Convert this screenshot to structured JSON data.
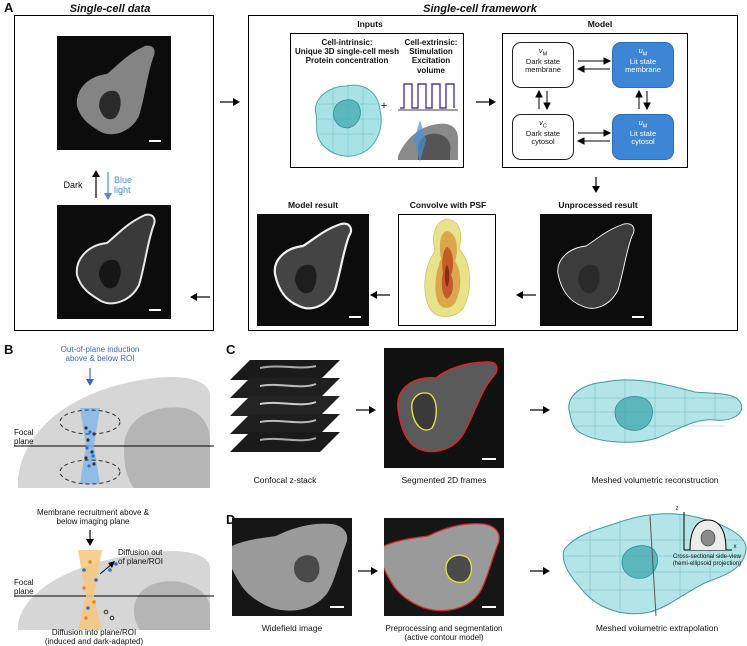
{
  "panelA": {
    "letter": "A",
    "single_cell_data_title": "Single-cell data",
    "framework_title": "Single-cell framework",
    "dark_label": "Dark",
    "blue_light_label": "Blue\nlight",
    "inputs": {
      "title": "Inputs",
      "intrinsic": "Cell-intrinsic:\nUnique 3D single-cell mesh\nProtein concentration",
      "extrinsic": "Cell-extrinsic:\nStimulation\nExcitation volume",
      "plus": "+"
    },
    "model": {
      "title": "Model",
      "states": [
        {
          "symbol": "v",
          "sub": "M",
          "line1": "Dark state",
          "line2": "membrane",
          "lit": false
        },
        {
          "symbol": "u",
          "sub": "M",
          "line1": "Lit state",
          "line2": "membrane",
          "lit": true
        },
        {
          "symbol": "v",
          "sub": "C",
          "line1": "Dark state",
          "line2": "cytosol",
          "lit": false
        },
        {
          "symbol": "u",
          "sub": "M",
          "line1": "Lit state",
          "line2": "cytosol",
          "lit": true
        }
      ]
    },
    "unprocessed_title": "Unprocessed result",
    "convolve_title": "Convolve with PSF",
    "model_result_title": "Model result"
  },
  "panelB": {
    "letter": "B",
    "top_annotation": "Out-of-plane induction\nabove & below ROI",
    "focal_plane": "Focal\nplane",
    "membrane_recruitment": "Membrane recruitment above &\nbelow imaging plane",
    "diffusion_out": "Diffusion out\nof plane/ROI",
    "diffusion_into": "Diffusion into plane/ROI\n(induced and dark-adapted)"
  },
  "panelC": {
    "letter": "C",
    "zstack_label": "Confocal z-stack",
    "segmented_label": "Segmented 2D frames",
    "reconstruction_label": "Meshed volumetric reconstruction"
  },
  "panelD": {
    "letter": "D",
    "widefield_label": "Widefield image",
    "preprocessing_label": "Preprocessing and segmentation\n(active contour model)",
    "extrapolation_label": "Meshed volumetric extrapolation",
    "cross_section_label": "Cross-sectional side-view\n(hemi-ellipsoid projection)",
    "axis_z": "z",
    "axis_x": "x"
  },
  "colors": {
    "lit_state": "#3d86d6",
    "mesh": "#7fd3d6",
    "blue_light": "#4a90d9",
    "segment_red": "#d8262b",
    "segment_yellow": "#e8e23a",
    "gray_cell": "#cfcfcf"
  }
}
